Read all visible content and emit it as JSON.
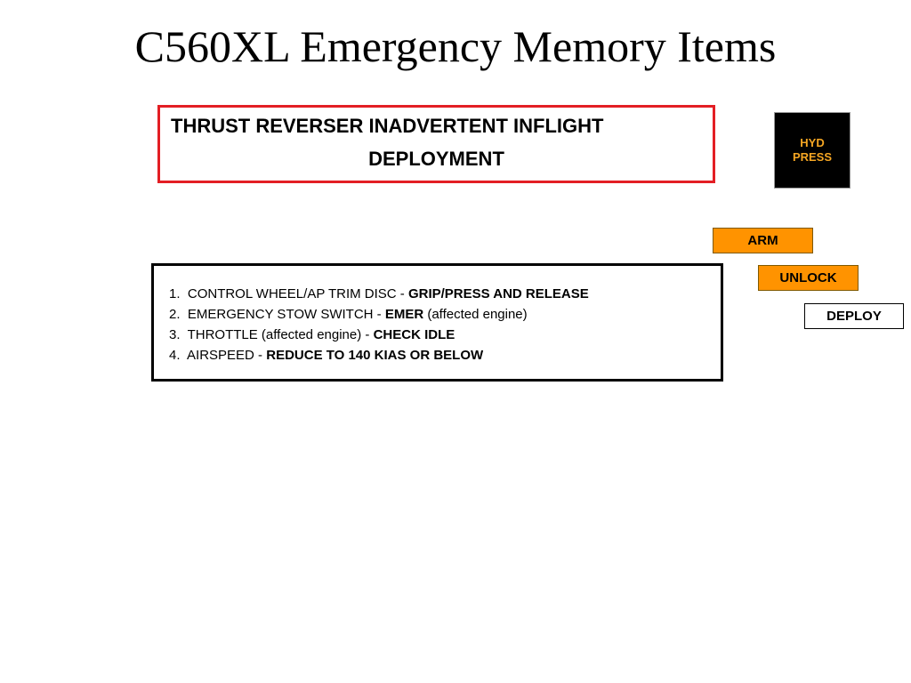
{
  "slide": {
    "title": "C560XL Emergency Memory Items"
  },
  "procedure": {
    "title_line1": "THRUST REVERSER INADVERTENT INFLIGHT",
    "title_line2": "DEPLOYMENT"
  },
  "annunciator": {
    "line1": "HYD",
    "line2": "PRESS",
    "text_color": "#f5a623",
    "background": "#000000"
  },
  "status_lights": {
    "arm": "ARM",
    "unlock": "UNLOCK",
    "deploy": "DEPLOY",
    "amber_color": "#ff9300"
  },
  "colors": {
    "title_box_border": "#e31e24",
    "steps_box_border": "#000000"
  },
  "steps": [
    {
      "number": "1.",
      "item": "CONTROL WHEEL/AP TRIM DISC -",
      "action": "GRIP/PRESS AND RELEASE",
      "note": ""
    },
    {
      "number": "2.",
      "item": "EMERGENCY STOW SWITCH -",
      "action": "EMER",
      "note": "(affected engine)"
    },
    {
      "number": "3.",
      "item": "THROTTLE (affected engine) -",
      "action": "CHECK IDLE",
      "note": ""
    },
    {
      "number": "4.",
      "item": "AIRSPEED -",
      "action": "REDUCE TO 140 KIAS OR BELOW",
      "note": ""
    }
  ]
}
